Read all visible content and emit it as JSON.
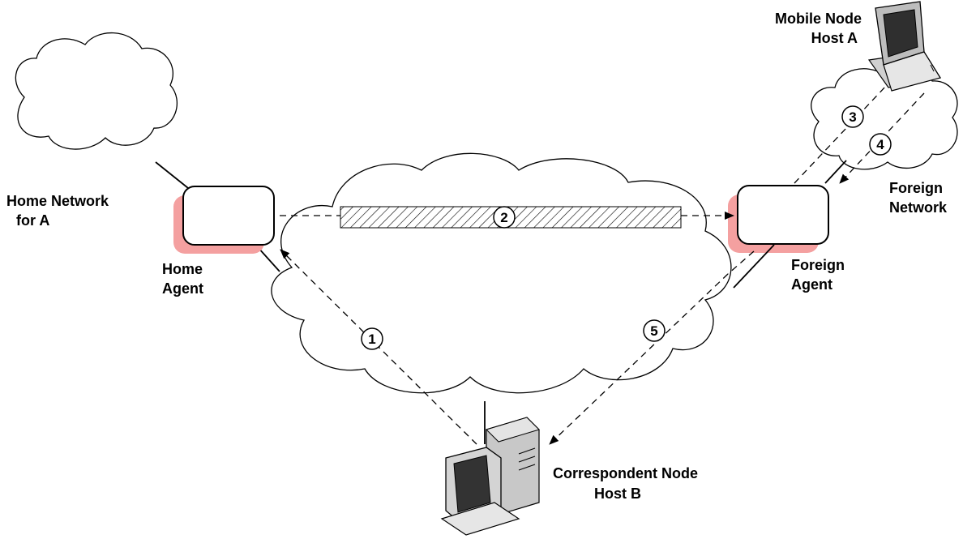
{
  "labels": {
    "home_network": [
      "Home Network",
      "for A"
    ],
    "home_agent": [
      "Home",
      "Agent"
    ],
    "foreign_agent": [
      "Foreign",
      "Agent"
    ],
    "foreign_network": [
      "Foreign",
      "Network"
    ],
    "mobile_node": [
      "Mobile Node",
      "Host A"
    ],
    "correspondent_node": [
      "Correspondent Node",
      "Host B"
    ]
  },
  "steps": [
    "1",
    "2",
    "3",
    "4",
    "5"
  ],
  "colors": {
    "agent_shadow": "#f4a0a0",
    "line": "#000000",
    "background": "#ffffff"
  },
  "icons": {
    "mobile_node": "laptop-icon",
    "correspondent_node": "desktop-computer-icon"
  }
}
